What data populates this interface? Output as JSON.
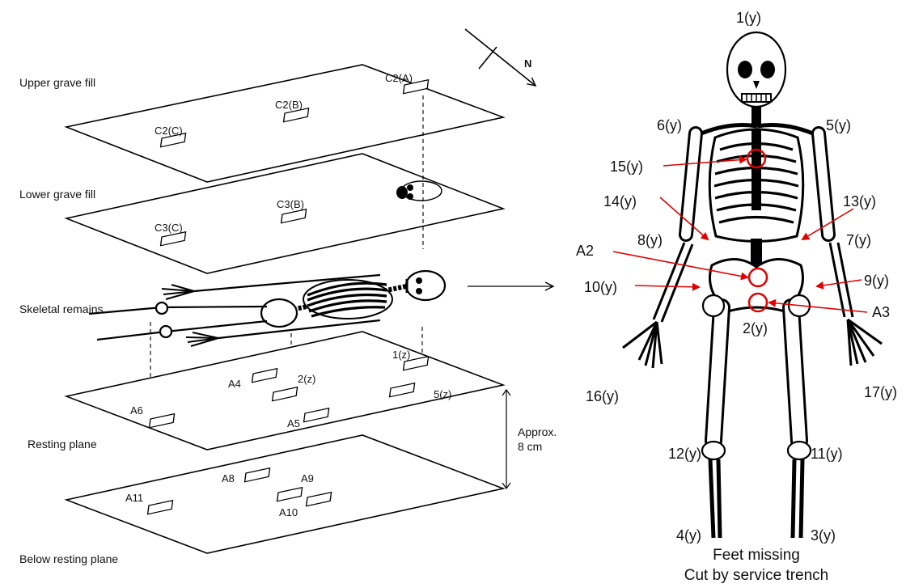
{
  "layers": [
    {
      "name": "Upper grave fill"
    },
    {
      "name": "Lower grave fill"
    },
    {
      "name": "Skeletal remains"
    },
    {
      "name": "Resting plane"
    },
    {
      "name": "Below resting plane"
    }
  ],
  "samples": {
    "c2a": "C2(A)",
    "c2b": "C2(B)",
    "c2c": "C2(C)",
    "c3b": "C3(B)",
    "c3c": "C3(C)",
    "z1": "1(z)",
    "z2": "2(z)",
    "z5": "5(z)",
    "a4": "A4",
    "a5": "A5",
    "a6": "A6",
    "a8": "A8",
    "a9": "A9",
    "a10": "A10",
    "a11": "A11"
  },
  "north": "N",
  "depth": {
    "line1": "Approx.",
    "line2": "8 cm"
  },
  "skeleton_points": {
    "p1": "1(y)",
    "p2": "2(y)",
    "p3": "3(y)",
    "p4": "4(y)",
    "p5": "5(y)",
    "p6": "6(y)",
    "p7": "7(y)",
    "p8": "8(y)",
    "p9": "9(y)",
    "p10": "10(y)",
    "p11": "11(y)",
    "p12": "12(y)",
    "p13": "13(y)",
    "p14": "14(y)",
    "p15": "15(y)",
    "p16": "16(y)",
    "p17": "17(y)",
    "a2": "A2",
    "a3": "A3"
  },
  "notes": {
    "feet": "Feet missing",
    "trench": "Cut by service trench"
  },
  "colors": {
    "annotation_red": "#e00000",
    "line": "#000000"
  }
}
